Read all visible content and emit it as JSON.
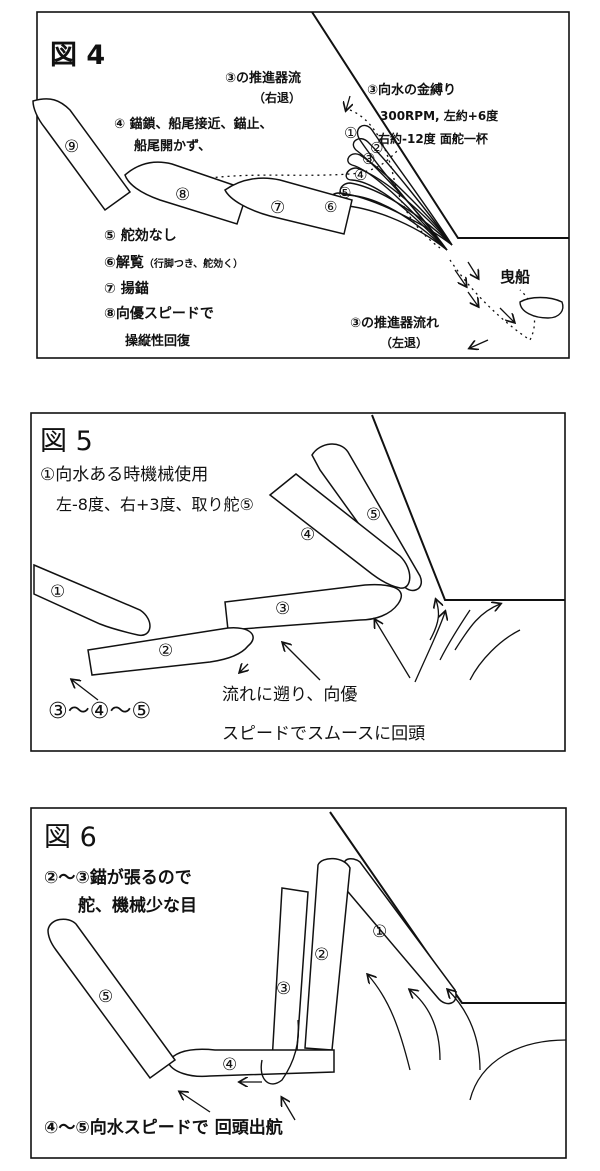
{
  "fig4": {
    "title": "図 4",
    "prop_wash_right": "③の推進器流",
    "prop_wash_right_dir": "（右退）",
    "head_wind_caption": "③向水の金縛り",
    "rpm_line": "300RPM, 左約+6度",
    "rudder_line": "右約-12度 面舵一杯",
    "step4_line1": "④ 錨鎖、船尾接近、錨止、",
    "step4_line2": "船尾開かず、",
    "step5": "⑤ 舵効なし",
    "step6_main": "⑥解覧",
    "step6_paren": "（行脚つき、舵効く）",
    "step7": "⑦ 揚錨",
    "step8_line1": "⑧向優スピードで",
    "step8_line2": "操縦性回復",
    "tug": "曳船",
    "prop_wash_left": "③の推進器流れ",
    "prop_wash_left_dir": "（左退）",
    "ship_numbers": [
      "⑨",
      "⑧",
      "⑦",
      "⑥",
      "⑤",
      "④",
      "③",
      "②",
      "①"
    ]
  },
  "fig5": {
    "title": "図 5",
    "caption_line1": "①向水ある時機械使用",
    "caption_line2": "左-8度、右+3度、取り舵⑤",
    "sequence": "③～④～⑤",
    "note_line1": "流れに遡り、向優",
    "note_line2": "スピードでスムースに回頭",
    "ship_numbers": [
      "①",
      "②",
      "③",
      "④",
      "⑤"
    ]
  },
  "fig6": {
    "title": "図 6",
    "caption_line1": "②～③錨が張るので",
    "caption_line2": "舵、機械少な目",
    "footer": "④～⑤向水スピードで 回頭出航",
    "ship_numbers": [
      "①",
      "②",
      "③",
      "④",
      "⑤"
    ]
  }
}
